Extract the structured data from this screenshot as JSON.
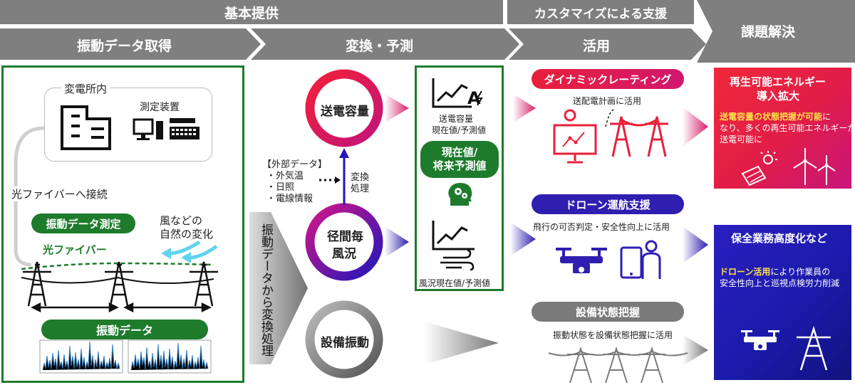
{
  "header": {
    "basic_provision": "基本提供",
    "custom_support": "カスタマイズによる支援",
    "problem_solving": "課題解決",
    "step_acquire": "振動データ取得",
    "step_convert": "変換・予測",
    "step_use": "活用"
  },
  "acquire": {
    "substation_label": "変電所内",
    "device_label": "測定装置",
    "fiber_connect": "光ファイバーへ接続",
    "vibration_measure": "振動データ測定",
    "natural_change_line1": "風などの",
    "natural_change_line2": "自然の変化",
    "optical_fiber": "光ファイバー",
    "vibration_data": "振動データ"
  },
  "convert": {
    "vertical_label": "振動データから変換処理",
    "external_data_title": "【外部データ】",
    "external_items": [
      "・外気温",
      "・日照",
      "・電線情報"
    ],
    "convert_process_line1": "変換",
    "convert_process_line2": "処理",
    "ring_capacity": "送電容量",
    "ring_wind_line1": "径間毎",
    "ring_wind_line2": "風況",
    "ring_equipment": "設備振動"
  },
  "predict": {
    "capacity_caption_line1": "送電容量",
    "capacity_caption_line2": "現在値/予測値",
    "current_future_line1": "現在値/",
    "current_future_line2": "将来予測値",
    "wind_caption": "風況現在値/予測値"
  },
  "use": {
    "dynamic_rating": "ダイナミックレーティング",
    "dynamic_caption": "送配電計画に活用",
    "drone_support": "ドローン運航支援",
    "drone_caption": "飛行の可否判定・安全性向上に活用",
    "equipment_state": "設備状態把握",
    "equipment_caption": "振動状態を設備状態把握に活用"
  },
  "solve": {
    "renewable_title_line1": "再生可能エネルギー",
    "renewable_title_line2": "導入拡大",
    "renewable_body_em": "送電容量の状態把握が可能",
    "renewable_body_rest1": "に",
    "renewable_body_rest2": "なり、多くの再生可能エネルギーが",
    "renewable_body_rest3": "送電可能に",
    "maintenance_title": "保全業務高度化など",
    "maintenance_body_em": "ドローン活用",
    "maintenance_body_rest1": "により作業員の",
    "maintenance_body_rest2": "安全性向上と巡視点検労力削減"
  },
  "colors": {
    "header_gray": "#7f7f7f",
    "green": "#1e7b2c",
    "red": "#e8203a",
    "pink": "#d0176e",
    "blue": "#2f1fb0",
    "navy": "#1a1aa8",
    "gray": "#7a7a7a"
  },
  "icons": [
    "building-icon",
    "computer-icon",
    "keyboard-icon",
    "chart-a-icon",
    "brain-gear-icon",
    "chart-wind-icon",
    "monitor-chart-icon",
    "pylon-icon",
    "drone-icon",
    "tablet-person-icon",
    "solar-panel-icon",
    "wind-turbine-icon"
  ]
}
